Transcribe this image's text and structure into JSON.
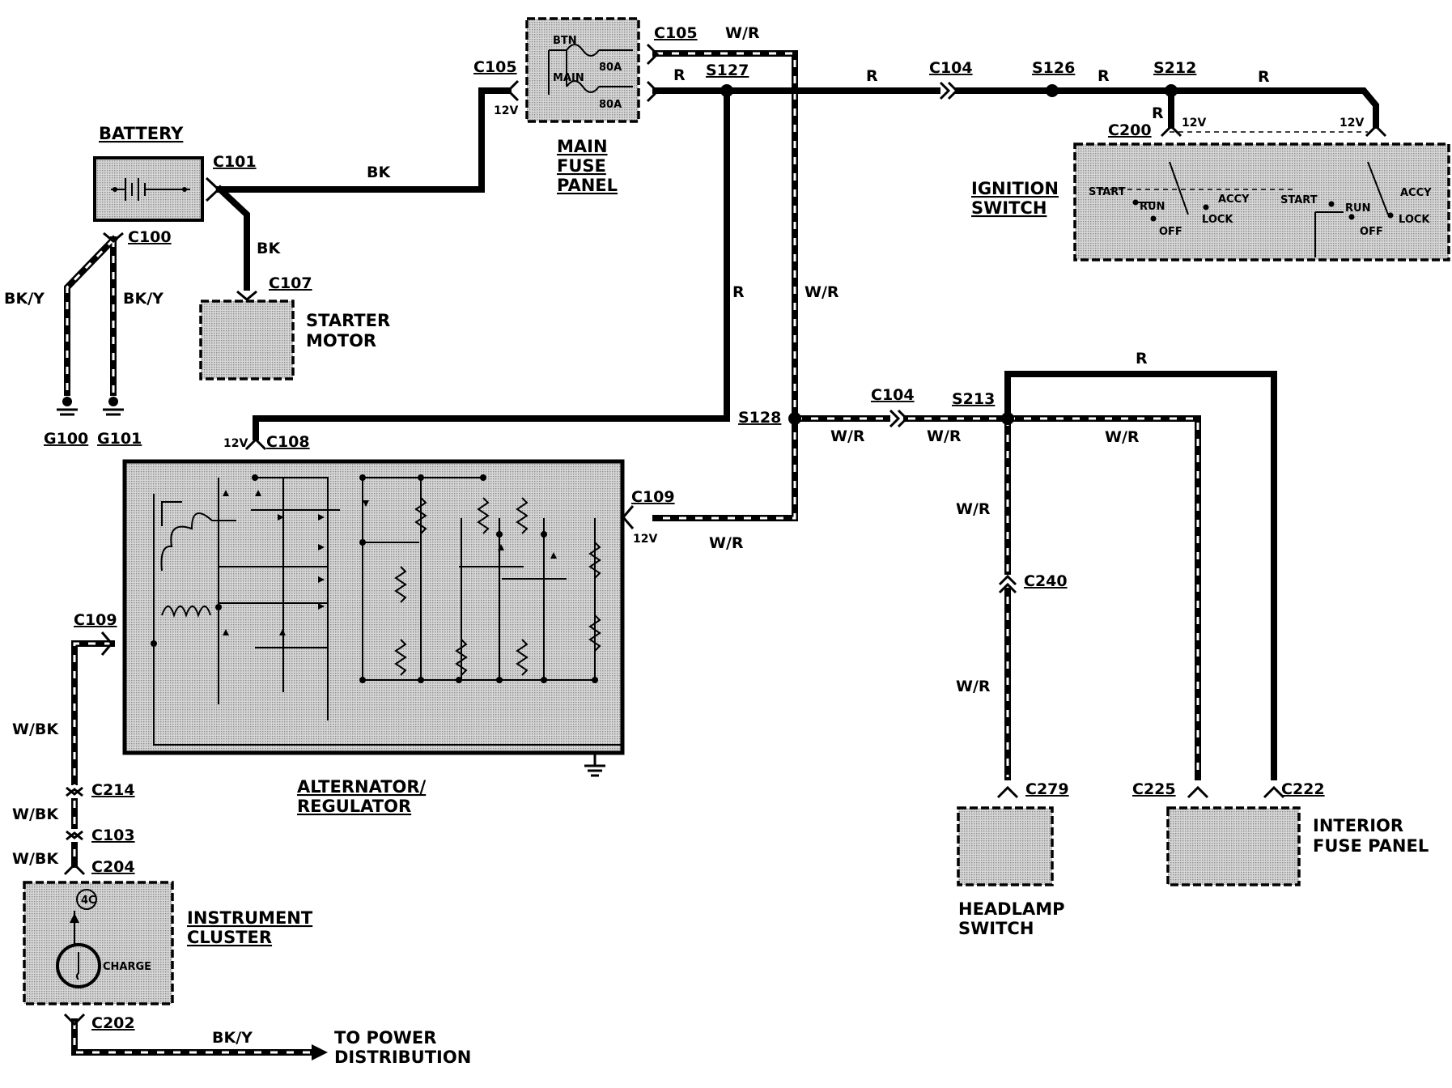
{
  "components": {
    "battery": "BATTERY",
    "starter_line1": "STARTER",
    "starter_line2": "MOTOR",
    "main_fuse_line1": "MAIN",
    "main_fuse_line2": "FUSE",
    "main_fuse_line3": "PANEL",
    "ignition_line1": "IGNITION",
    "ignition_line2": "SWITCH",
    "alternator_line1": "ALTERNATOR/",
    "alternator_line2": "REGULATOR",
    "cluster_line1": "INSTRUMENT",
    "cluster_line2": "CLUSTER",
    "headlamp_line1": "HEADLAMP",
    "headlamp_line2": "SWITCH",
    "interior_line1": "INTERIOR",
    "interior_line2": "FUSE  PANEL",
    "power_line1": "TO  POWER",
    "power_line2": "DISTRIBUTION"
  },
  "connectors": {
    "c101": "C101",
    "c100": "C100",
    "c107": "C107",
    "c105a": "C105",
    "c105b": "C105",
    "s127": "S127",
    "c104a": "C104",
    "s126": "S126",
    "s212": "S212",
    "c200": "C200",
    "c108": "C108",
    "c109a": "C109",
    "c109b": "C109",
    "s128": "S128",
    "c104b": "C104",
    "s213": "S213",
    "c240": "C240",
    "c279": "C279",
    "c225": "C225",
    "c222": "C222",
    "c214": "C214",
    "c103": "C103",
    "c204": "C204",
    "c202": "C202",
    "g100": "G100",
    "g101": "G101"
  },
  "wires": {
    "bk1": "BK",
    "bk2": "BK",
    "bky1": "BK/Y",
    "bky2": "BK/Y",
    "bky3": "BK/Y",
    "wr_top": "W/R",
    "r1": "R",
    "r2": "R",
    "r3": "R",
    "r4": "R",
    "r5": "R",
    "r6": "R",
    "r7": "R",
    "wr2": "W/R",
    "wr3": "W/R",
    "wr4": "W/R",
    "wr5": "W/R",
    "wr6": "W/R",
    "wr7": "W/R",
    "wr8": "W/R",
    "wbk1": "W/BK",
    "wbk2": "W/BK",
    "wbk3": "W/BK"
  },
  "voltages": {
    "v1": "12V",
    "v2": "12V",
    "v3": "12V",
    "v4": "12V",
    "v5": "12V"
  },
  "fuses": {
    "btn": "BTN",
    "main": "MAIN",
    "a1": "80A",
    "a2": "80A"
  },
  "ignition_positions": {
    "start": "START",
    "run": "RUN",
    "accy": "ACCY",
    "lock": "LOCK",
    "off": "OFF"
  },
  "cluster": {
    "charge": "CHARGE",
    "pin": "4C"
  }
}
